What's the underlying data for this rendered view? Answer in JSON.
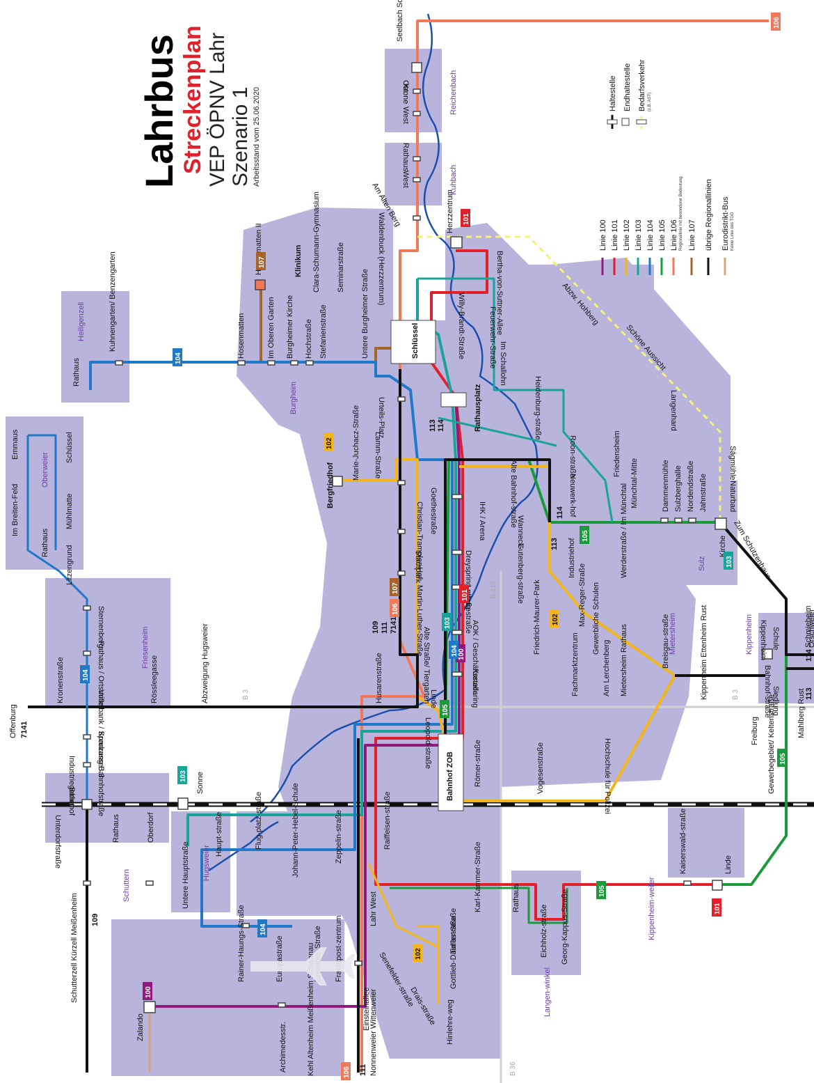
{
  "title": {
    "main": "Lahrbus",
    "sub": "Streckenplan",
    "line3": "VEP ÖPNV Lahr",
    "line4": "Szenario 1",
    "date": "Arbeitsstand vom 25.06.2020"
  },
  "colors": {
    "area": "#b9b4dc",
    "l100": "#8e1b7c",
    "l101": "#e3202a",
    "l102": "#f2b51c",
    "l103": "#19a39a",
    "l104": "#1f78c8",
    "l105": "#1b9a3c",
    "l106": "#f2785a",
    "l107": "#a8642a",
    "regional": "#111111",
    "eurodistrikt": "#d4a57a",
    "river": "#1a4fb0",
    "bedarf": "#f5f07a"
  },
  "legend": {
    "haltestelle": "Haltestelle",
    "endhaltestelle": "Endhaltestelle",
    "bedarf": "Bedarfsverkehr",
    "bedarf_note": "(z.B. AST)",
    "lines": [
      {
        "label": "Linie 100",
        "color": "#8e1b7c"
      },
      {
        "label": "Linie 101",
        "color": "#e3202a"
      },
      {
        "label": "Linie 102",
        "color": "#f2b51c"
      },
      {
        "label": "Linie 103",
        "color": "#19a39a"
      },
      {
        "label": "Linie 104",
        "color": "#1f78c8"
      },
      {
        "label": "Linie 105",
        "color": "#1b9a3c"
      },
      {
        "label": "Linie 106",
        "color": "#f2785a",
        "note": "Regionallinie mit besonderer Bedeutung"
      },
      {
        "label": "Linie 107",
        "color": "#a8642a"
      },
      {
        "label": "übrige Regionallinien",
        "color": "#111111"
      },
      {
        "label": "Eurodistrikt-Bus",
        "color": "#d4a57a",
        "note": "Keine Linie des TGO"
      }
    ]
  },
  "areas": [
    "Heiligenzell",
    "Oberweier",
    "Friesenheim",
    "Schuttern",
    "Hugsweier",
    "Burgheim",
    "Reichenbach",
    "Kuhbach",
    "Sulz",
    "Mietersheim",
    "Kippenheim",
    "Kippenheim-weiler",
    "Langen-winkel"
  ],
  "roads": [
    "B 3",
    "B 3",
    "B 36",
    "B 415"
  ],
  "stops": {
    "top_area": [
      "Seelbach Schuttertal",
      "Ost",
      "Krone",
      "West",
      "Rathaus",
      "West",
      "Am Alten Berg",
      "Waldenbuck (Herzzentrum)",
      "Herzzentrum"
    ],
    "burgheim": [
      "Hosenmatten II",
      "Klinikum",
      "Clara-Schumann-Gymnasium",
      "Seminarstraße",
      "Stefanienstraße",
      "Hochstraße",
      "Burgheimer Kirche",
      "Im Oberen Garten",
      "Hosenmatten",
      "Untere Burgheimer Straße"
    ],
    "center": [
      "Schlüssel",
      "Rathausplatz",
      "Urteils-Platz",
      "Lamm-Straße",
      "Marie-Juchacz-Straße",
      "Bergfriedhof",
      "Goethestraße",
      "Christian-Trampler-Hof",
      "Stadtpark",
      "Martin-Luther-Straße",
      "Alte Straße/ Tiergarten",
      "Kanadaring",
      "Linde",
      "Leopold-straße",
      "Bahnhof ZOB",
      "Römer-straße",
      "Vogesenstraße",
      "IHK / Arena",
      "Dreyspring-straße",
      "Ludwig-straße",
      "AOK / Geschäftsstelle"
    ],
    "east": [
      "Willy-Brandt-Straße",
      "Feuerwehr-Straße",
      "Bertha-von-Suttner-Allee",
      "Im Schallohn",
      "Heidenburg-straße",
      "Roon-straße",
      "Friedensheim",
      "Münchtal-Mitte",
      "Neuwerk-hof",
      "Alte Bahnhof-straße",
      "Wanneck",
      "Gutenberg-straße",
      "Industriehof",
      "Werderstraße / Im Münchtal",
      "Friedrich-Maurer-Park",
      "Max-Reger-Straße",
      "Gewerbliche Schulen",
      "Fachmarktzentrum",
      "Am Lerchenberg",
      "Mietersheim Rathaus",
      "Breisgau-straße",
      "Hochschule für Polizei"
    ],
    "sulz": [
      "Dammenmühle",
      "Sulzberghalle",
      "Nordendstraße",
      "Jahnstraße",
      "Kirche",
      "Zum Schützenhaus",
      "Naturbad",
      "Sägmühle",
      "Langenhard",
      "Schöne Aussicht",
      "Abzw. Hohberg"
    ],
    "west": [
      "Rathaus",
      "Kuhnengarten/ Benzengarten",
      "Emmaus",
      "Schüssel",
      "Im Breiten-Feld",
      "Rathaus",
      "Mühlmatte",
      "Litzengrund",
      "Sternenberg",
      "Rathaus / Ortsmitte",
      "Volksbank / Sparkasse",
      "Kronenstraße",
      "Rössleegasse",
      "Abzweigung Hugsweier",
      "Kreuzung B 3",
      "Bahnhofstraße",
      "Industriegebiet",
      "Bahnhof",
      "Husarenstraße"
    ],
    "south": [
      "Unterdorfstraße",
      "Rathaus",
      "Oberdorf",
      "Sonne",
      "Untere Hauptstraße",
      "Haupt-straße",
      "Flug-platz-straße",
      "Johann-Peter-Hebel-Schule",
      "Zeppelin-straße",
      "Raiffeisen-straße",
      "Lahr West",
      "Karl-Kammer-Straße",
      "Tullastraße",
      "Gottlieb-Daimler-Straße",
      "Hinlehre-weg",
      "Drais-straße",
      "Senefelder-straße",
      "Rainer-Haungs-Straße",
      "Europastraße",
      "Ersteiner-Straße",
      "Frachtpost-zentrum",
      "Archimedesstr.",
      "Zalando",
      "Einsteinallee",
      "Rathaus",
      "Eichholz-straße",
      "Georg-Kappus-Straße",
      "Kaiserswald-straße",
      "Linde",
      "Gewerbegebiet/ Keltenstraße"
    ],
    "kippenheim": [
      "Schule",
      "Kippenheim",
      "Bahnhof-straße",
      "Siedlung",
      "Schmieheim",
      "Orschweier"
    ]
  },
  "destinations": {
    "offenburg": "Offenburg",
    "offenburg_line": "7141",
    "schutterzell": "Schutterzell Kürzell Meißenheim",
    "schutterzell_line": "109",
    "kehl": "Kehl Altenheim Meißenheim Schwanau",
    "kehl_line": "106",
    "nonnenweier": "Nonnenweier Wittenweier",
    "nonnenweier_line": "111",
    "freiburg": "Freiburg",
    "kippenheim_dest": "Kippenheim Ettenheim Rust",
    "mahlberg": "Mahlberg Rust",
    "mahlberg_line": "113",
    "schmieheim_line": "114"
  },
  "badges": {
    "b100a": "100",
    "b100b": "100",
    "b101a": "101",
    "b101b": "101",
    "b101c": "101",
    "b102a": "102",
    "b102b": "102",
    "b102c": "102",
    "b103a": "103",
    "b103b": "103",
    "b103c": "103",
    "b104a": "104",
    "b104b": "104",
    "b104c": "104",
    "b104d": "104",
    "b105a": "105",
    "b105b": "105",
    "b105c": "105",
    "b105d": "105",
    "b106a": "106",
    "b106b": "106",
    "b106c": "106",
    "b107a": "107",
    "b107b": "107"
  },
  "line_numbers": {
    "group_109": "109",
    "group_111": "111",
    "group_7141": "7141",
    "n113a": "113",
    "n114a": "114",
    "n113b": "113",
    "n114b": "114"
  }
}
